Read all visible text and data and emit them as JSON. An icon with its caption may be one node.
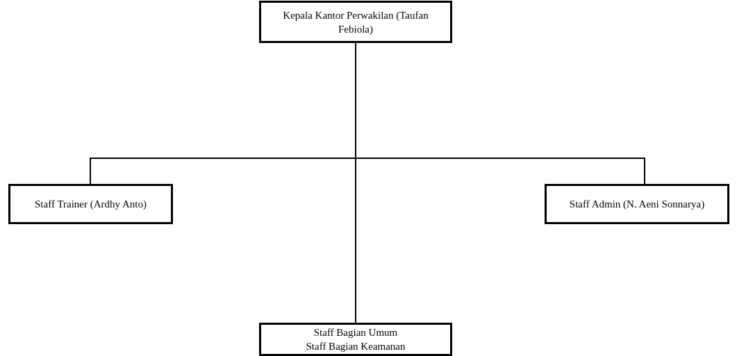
{
  "diagram": {
    "nodes": [
      {
        "text": [
          "Kepala Kantor Perwakilan (Taufan Febiola)"
        ]
      },
      {
        "text": [
          "Staff Trainer (Ardhy Anto)"
        ]
      },
      {
        "text": [
          "Staff Admin (N. Aeni Sonnarya)"
        ]
      },
      {
        "text": [
          "Staff Bagian Umum",
          "Staff Bagian Keamanan"
        ]
      }
    ],
    "edges": [
      {
        "from": 0,
        "to": 1,
        "arrow": "none"
      },
      {
        "from": 0,
        "to": 2,
        "arrow": "none"
      },
      {
        "from": 0,
        "to": 3,
        "arrow": "none"
      }
    ]
  }
}
